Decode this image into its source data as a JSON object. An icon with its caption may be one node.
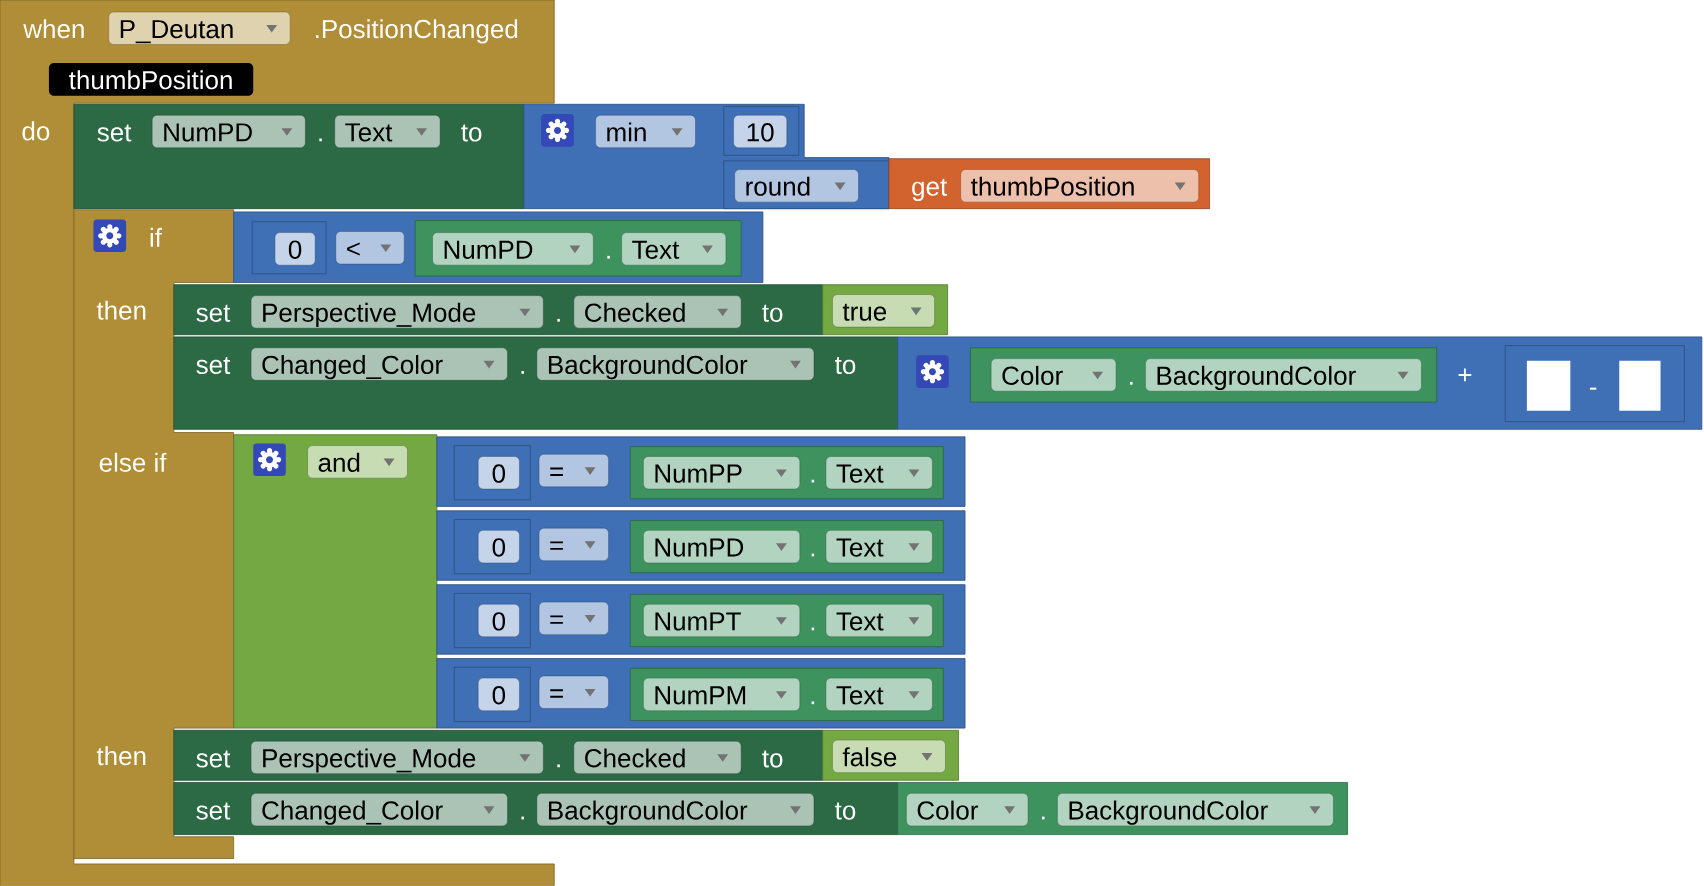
{
  "diagram": {
    "nodes": [
      {
        "text": [
          "when",
          "P_Deutan",
          ".PositionChanged",
          "thumbPosition",
          "do"
        ]
      },
      {
        "text": [
          "set",
          "NumPD",
          ".",
          "Text",
          "to"
        ],
        "in": 0
      },
      {
        "text": [
          "min"
        ]
      },
      {
        "text": [
          "10"
        ],
        "in": 2
      },
      {
        "text": [
          "round"
        ],
        "in": 2
      },
      {
        "text": [
          "get",
          "thumbPosition"
        ]
      },
      {
        "text": [
          "if",
          "then",
          "else if",
          "then"
        ],
        "in": 0
      },
      {
        "text": [
          "<"
        ]
      },
      {
        "text": [
          "0"
        ],
        "in": 7
      },
      {
        "text": [
          "NumPD",
          ".",
          "Text"
        ],
        "in": 7
      },
      {
        "text": [
          "set",
          "Perspective_Mode",
          ".",
          "Checked",
          "to"
        ]
      },
      {
        "text": [
          "true"
        ]
      },
      {
        "text": [
          "set",
          "Changed_Color",
          ".",
          "BackgroundColor",
          "to"
        ]
      },
      {
        "text": [
          "+"
        ]
      },
      {
        "text": [
          "Color",
          ".",
          "BackgroundColor"
        ],
        "in": 13
      },
      {
        "text": [
          "-"
        ],
        "in": 13
      },
      {
        "text": [
          "and"
        ]
      },
      {
        "text": [
          "="
        ]
      },
      {
        "text": [
          "0"
        ],
        "in": 17
      },
      {
        "text": [
          "NumPP",
          ".",
          "Text"
        ],
        "in": 17
      },
      {
        "text": [
          "="
        ]
      },
      {
        "text": [
          "0"
        ],
        "in": 20
      },
      {
        "text": [
          "NumPD",
          ".",
          "Text"
        ],
        "in": 20
      },
      {
        "text": [
          "="
        ]
      },
      {
        "text": [
          "0"
        ],
        "in": 23
      },
      {
        "text": [
          "NumPT",
          ".",
          "Text"
        ],
        "in": 23
      },
      {
        "text": [
          "="
        ]
      },
      {
        "text": [
          "0"
        ],
        "in": 26
      },
      {
        "text": [
          "NumPM",
          ".",
          "Text"
        ],
        "in": 26
      },
      {
        "text": [
          "set",
          "Perspective_Mode",
          ".",
          "Checked",
          "to"
        ]
      },
      {
        "text": [
          "false"
        ]
      },
      {
        "text": [
          "set",
          "Changed_Color",
          ".",
          "BackgroundColor",
          "to"
        ]
      },
      {
        "text": [
          "Color",
          ".",
          "BackgroundColor"
        ]
      }
    ]
  }
}
